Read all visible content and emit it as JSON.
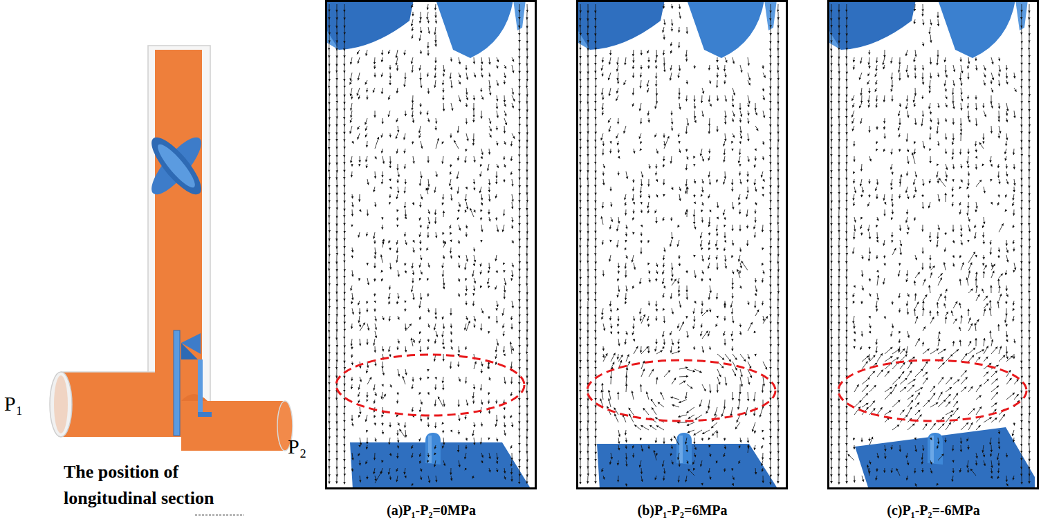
{
  "diagram": {
    "labels": [
      "P₁",
      "P₂",
      "The position of longitudinal section",
      "(a)P₁-P₂=0MPa",
      "(b)P₁-P₂=6MPa",
      "(c)P₁-P₂=-6MPa"
    ]
  }
}
